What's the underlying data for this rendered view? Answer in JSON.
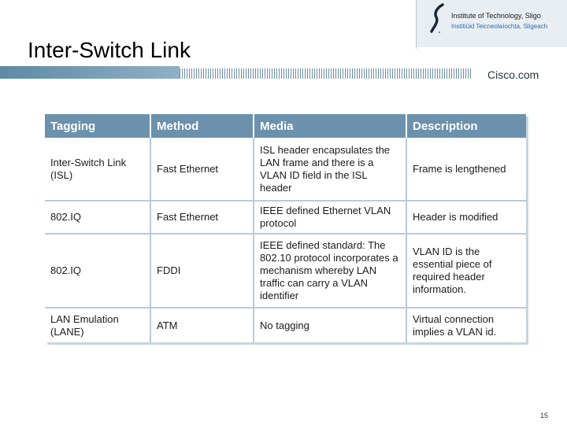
{
  "slide": {
    "title": "Inter-Switch Link",
    "page_number": "15"
  },
  "logo": {
    "line1": "Institute of Technology, Sligo",
    "line2": "Institiúid Teicneolaíochta, Sligeach"
  },
  "brand": {
    "text": "Cisco.com"
  },
  "table": {
    "headers": [
      "Tagging",
      "Method",
      "Media",
      "Description"
    ],
    "rows": [
      [
        "Inter-Switch Link (ISL)",
        "Fast Ethernet",
        "ISL header encapsulates the LAN frame and there is a VLAN ID field in the ISL header",
        "Frame is lengthened"
      ],
      [
        "802.IQ",
        "Fast Ethernet",
        "IEEE defined Ethernet VLAN protocol",
        "Header is modified"
      ],
      [
        "802.IQ",
        "FDDI",
        "IEEE defined standard: The 802.10 protocol incorporates a mechanism whereby LAN traffic can carry a VLAN identifier",
        "VLAN ID is the essential piece of required header information."
      ],
      [
        "LAN Emulation (LANE)",
        "ATM",
        "No tagging",
        "Virtual connection implies a VLAN id."
      ]
    ]
  },
  "colors": {
    "header_bg": "#6b91ad",
    "band": "#6c8ea6"
  }
}
